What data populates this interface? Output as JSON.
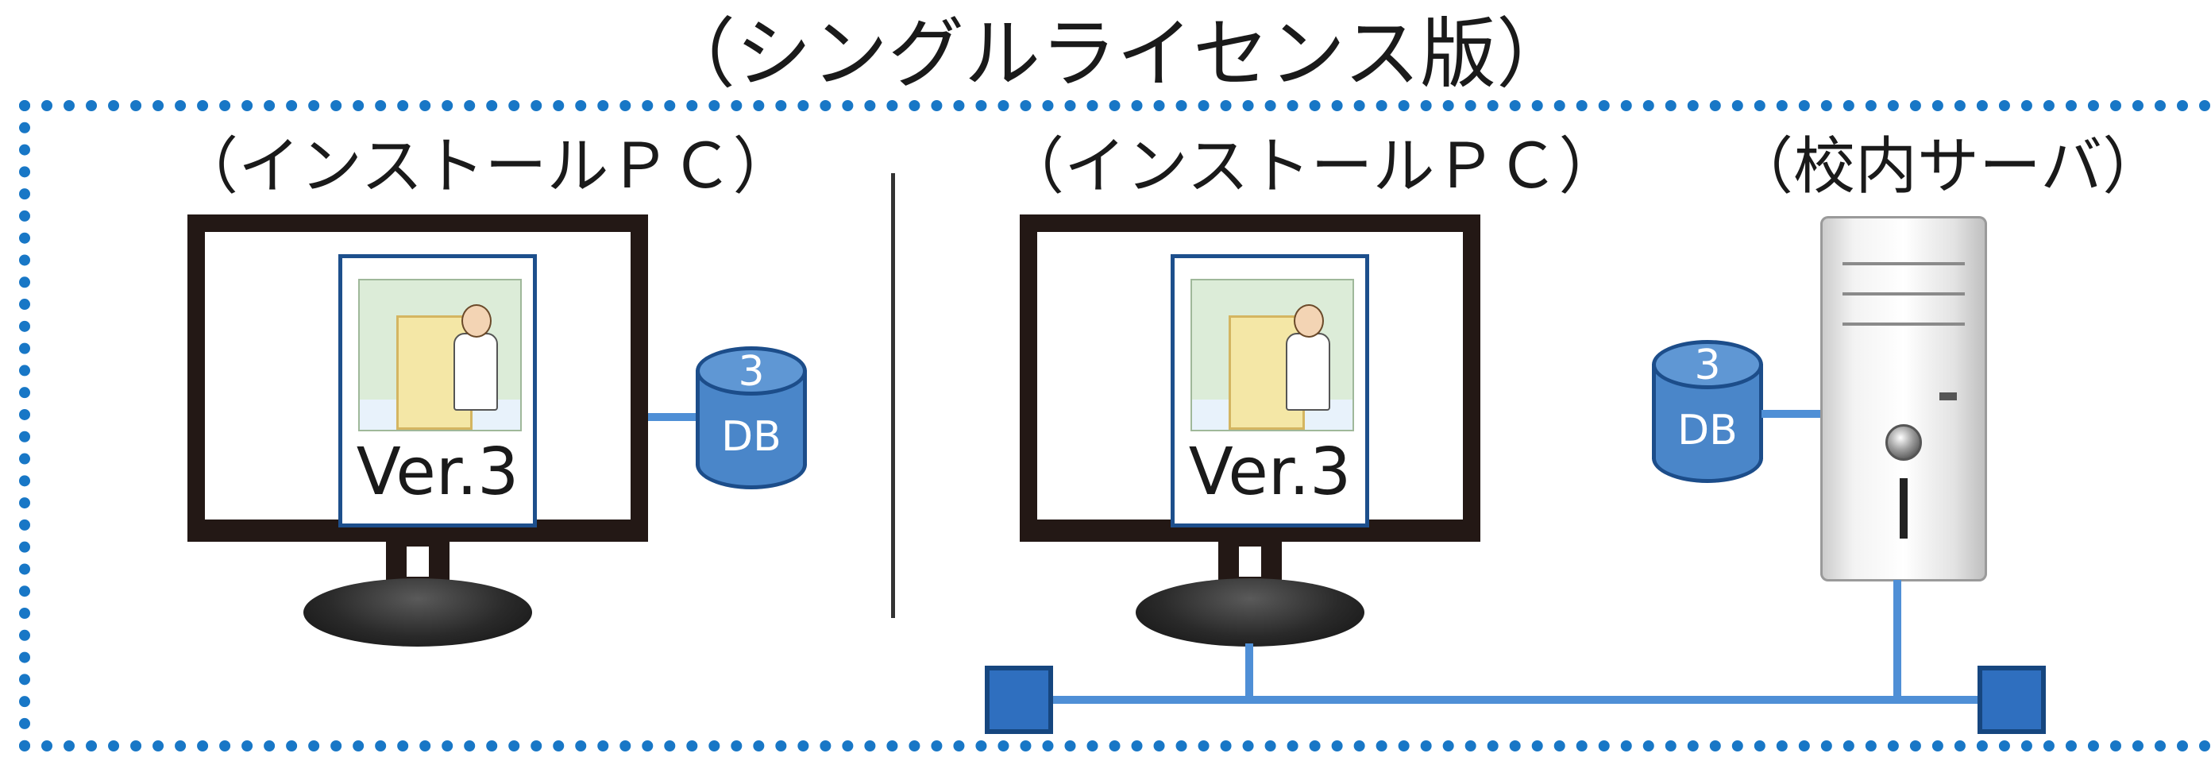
{
  "title": "（シングルライセンス版）",
  "labels": {
    "pc_left": "（インストールＰＣ）",
    "pc_right": "（インストールＰＣ）",
    "server": "（校内サーバ）"
  },
  "package": {
    "version": "Ver.3"
  },
  "database": {
    "number": "3",
    "label": "DB"
  },
  "colors": {
    "frame": "#1877c6",
    "link": "#4f8fd6",
    "db_fill": "#4a86c9",
    "db_border": "#1c4d8a",
    "hub": "#2f6fbf"
  }
}
